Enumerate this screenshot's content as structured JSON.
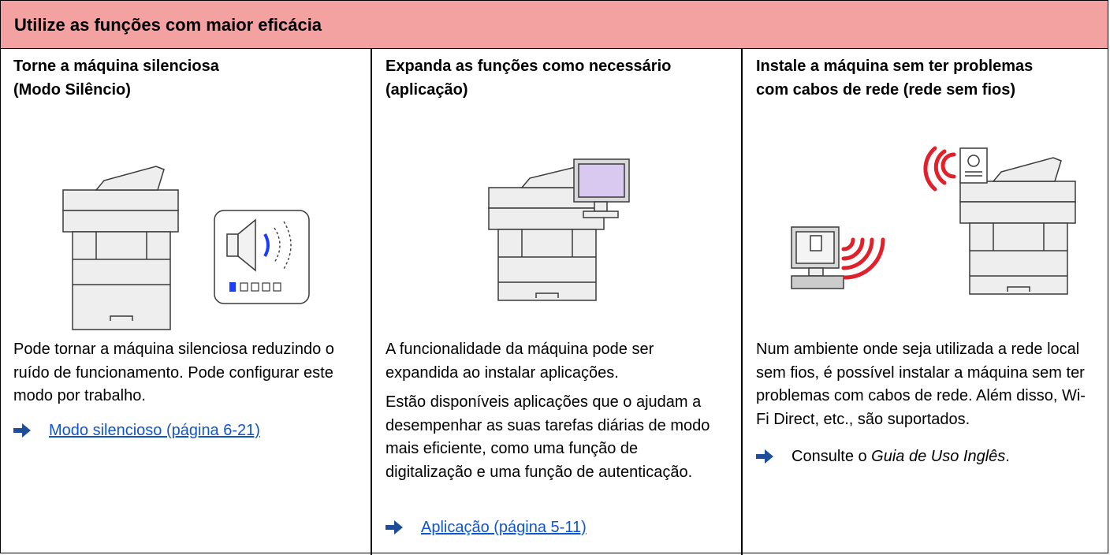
{
  "header": {
    "title": "Utilize as funções com maior eficácia"
  },
  "columns": [
    {
      "title_lines": [
        "Torne a máquina silenciosa",
        "(Modo Silêncio)"
      ],
      "description": [
        "Pode tornar a máquina silenciosa reduzindo o ruído de funcionamento. Pode configurar este modo por trabalho."
      ],
      "link": "Modo silencioso (página 6-21)"
    },
    {
      "title_lines": [
        "Expanda as funções como necessário",
        "(aplicação)"
      ],
      "description": [
        "A funcionalidade da máquina pode ser expandida ao instalar aplicações.",
        "Estão disponíveis aplicações que o ajudam a desempenhar as suas tarefas diárias de modo mais eficiente, como uma função de digitalização e uma função de autenticação."
      ],
      "link": "Aplicação (página 5-11)"
    },
    {
      "title_lines": [
        "Instale a máquina sem ter problemas",
        "com cabos de rede (rede sem fios)"
      ],
      "description": [
        "Num ambiente onde seja utilizada a rede local sem fios, é possível instalar a máquina sem ter problemas com cabos de rede. Além disso, Wi-Fi Direct, etc., são suportados."
      ],
      "ref_prefix": "Consulte o ",
      "ref_italic": "Guia de Uso Inglês",
      "ref_suffix": "."
    }
  ],
  "colors": {
    "header_bg": "#f4a1a1",
    "link": "#1155cc",
    "arrow": "#1f4e99",
    "wifi_red": "#e0202a",
    "speaker_blue": "#1a3dff"
  }
}
